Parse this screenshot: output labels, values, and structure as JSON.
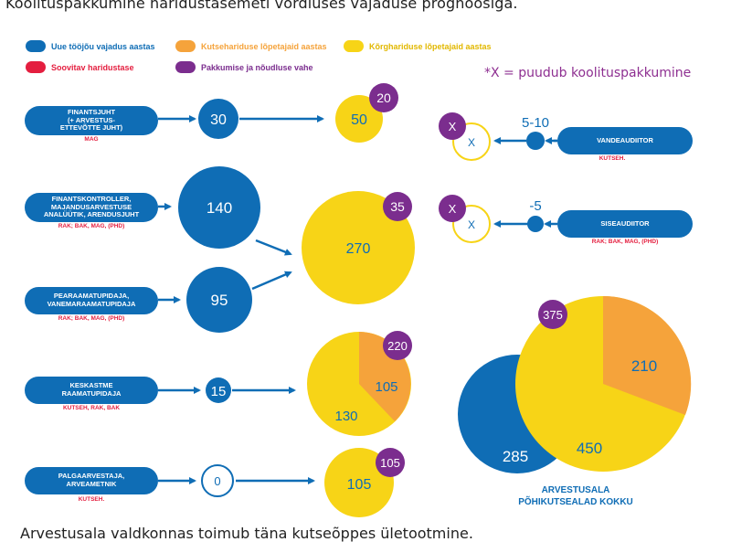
{
  "heading": "Koolituspakkumine haridustasemeti võrdluses vajaduse prognoosiga.",
  "footer": "Arvestusala valdkonnas toimub täna kutseõppes ületootmine.",
  "legend": [
    {
      "label": "Uue tööjõu vajadus aastas",
      "color": "#0f6db5"
    },
    {
      "label": "Kutsehariduse lõpetajaid aastas",
      "color": "#f5a33b"
    },
    {
      "label": "Kõrghariduse lõpetajaid aastas",
      "color": "#f7d417"
    },
    {
      "label": "Soovitav haridustase",
      "color": "#e41e3f"
    },
    {
      "label": "Pakkumise ja nõudluse vahe",
      "color": "#7b2d8e"
    }
  ],
  "note": "*X = puudub koolituspakkumine",
  "colors": {
    "blue": "#0f6db5",
    "orange": "#f5a33b",
    "yellow": "#f7d417",
    "red": "#e41e3f",
    "purple": "#7b2d8e"
  },
  "occupations": [
    {
      "name": "FINANTSJUHT\n(+ ARVESTUS-\nETTEVÕTTE JUHT)",
      "education": "MAG"
    },
    {
      "name": "FINANTSKONTROLLER,\nMAJANDUSARVESTUSE\nANALÜÜTIK, ARENDUSJUHT",
      "education": "RAK; BAK, MAG, (PHD)"
    },
    {
      "name": "PEARAAMATUPIDAJA,\nVANEMARAAMATUPIDAJA",
      "education": "RAK; BAK, MAG, (PHD)"
    },
    {
      "name": "KESKASTME\nRAAMATUPIDAJA",
      "education": "KUTSEH, RAK, BAK"
    },
    {
      "name": "PALGAARVESTAJA,\nARVEAMETNIK",
      "education": "KUTSEH."
    },
    {
      "name": "VANDEAUDIITOR",
      "education": "KUTSEH."
    },
    {
      "name": "SISEAUDIITOR",
      "education": "RAK; BAK, MAG, (PHD)"
    }
  ],
  "demand": [
    "30",
    "140",
    "95",
    "15",
    "0",
    "5-10",
    "-5"
  ],
  "supply": {
    "finantsjuht": {
      "higher": "50",
      "gap": "20"
    },
    "kontroller_pearaamatupidaja": {
      "higher": "270",
      "gap": "35"
    },
    "keskaste": {
      "vocational": "105",
      "higher": "130",
      "gap": "220"
    },
    "palgaarvestaja": {
      "higher": "105",
      "gap": "105"
    },
    "vandeaudiitor": {
      "supply": "X",
      "gap": "X"
    },
    "siseaudiitor": {
      "supply": "X",
      "gap": "X"
    }
  },
  "total": {
    "demand": "285",
    "higher": "450",
    "vocational": "210",
    "gap": "375",
    "label": "ARVESTUSALA\nPÕHIKUTSEALAD KOKKU"
  }
}
